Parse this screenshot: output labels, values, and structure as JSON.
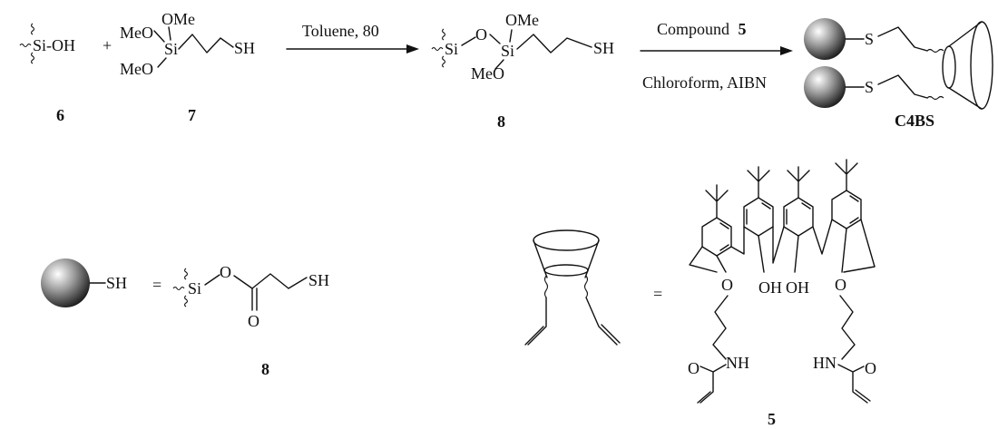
{
  "scheme": {
    "reactants": {
      "silanol": "Si-OH",
      "plus": "+",
      "silane_ome": "OMe",
      "silane_meo_top": "MeO",
      "silane_si": "Si",
      "silane_meo_bottom": "MeO",
      "silane_sh": "SH",
      "label_6": "6",
      "label_7": "7"
    },
    "step1": {
      "condition": "Toluene, 80"
    },
    "intermediate": {
      "si_left": "Si",
      "o_link": "O",
      "ome": "OMe",
      "si_center": "Si",
      "meo": "MeO",
      "sh": "SH",
      "label": "8"
    },
    "step2": {
      "reagent_prefix": "Compound",
      "reagent_number": "5",
      "condition": "Chloroform, AIBN"
    },
    "product": {
      "s_top": "S",
      "s_bottom": "S",
      "label": "C4BS"
    },
    "legend_bead": {
      "sh": "SH",
      "equals": "=",
      "si": "Si",
      "o": "O",
      "carbonyl_o": "O",
      "sh_end": "SH",
      "label": "8"
    },
    "legend_calixarene": {
      "equals": "=",
      "oh1": "OH",
      "oh2": "OH",
      "o_left": "O",
      "o_right": "O",
      "nh_left": "NH",
      "nh_right": "HN",
      "co_left": "O",
      "co_right": "O",
      "label": "5"
    }
  }
}
